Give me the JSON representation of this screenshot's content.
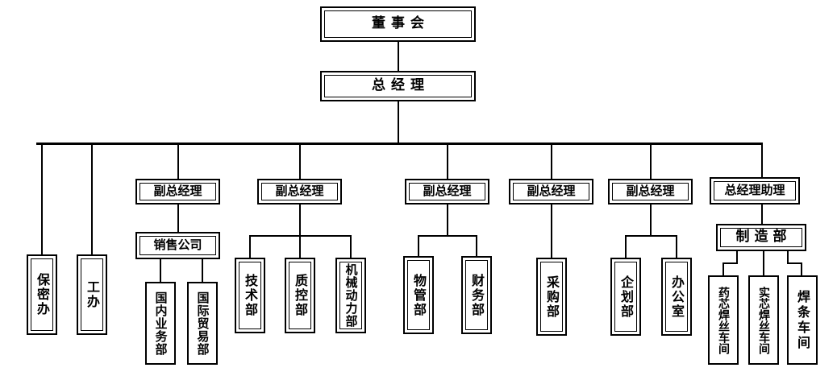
{
  "chart": {
    "type": "org-chart",
    "title": "",
    "language": "zh-CN",
    "colors": {
      "background": "#ffffff",
      "line": "#000000",
      "text": "#000000",
      "box_fill": "#ffffff"
    },
    "levels": {
      "level0": "董事会",
      "level1": "总经理",
      "level2_managers": "副总经理 / 总经理助理",
      "level3_units": "departments",
      "level4_units": "sub-departments / workshops"
    },
    "nodes": {
      "board": {
        "label": "董事会",
        "border": "double"
      },
      "general_manager": {
        "label": "总经理",
        "border": "double"
      },
      "confidential_office": {
        "label": "保密办",
        "border": "double"
      },
      "labor_office": {
        "label": "工办",
        "border": "double"
      },
      "deputy_gm_1": {
        "label": "副总经理",
        "border": "double"
      },
      "deputy_gm_2": {
        "label": "副总经理",
        "border": "double"
      },
      "deputy_gm_3": {
        "label": "副总经理",
        "border": "double"
      },
      "deputy_gm_4": {
        "label": "副总经理",
        "border": "double"
      },
      "deputy_gm_5": {
        "label": "副总经理",
        "border": "double"
      },
      "gm_assistant": {
        "label": "总经理助理",
        "border": "double"
      },
      "sales_company": {
        "label": "销售公司",
        "border": "double"
      },
      "manufacturing_dept": {
        "label": "制造部",
        "border": "double"
      },
      "domestic_business_dept": {
        "label": "国内业务部",
        "border": "single"
      },
      "international_trade_dept": {
        "label": "国际贸易部",
        "border": "single"
      },
      "technology_dept": {
        "label": "技术部",
        "border": "double"
      },
      "quality_control_dept": {
        "label": "质控部",
        "border": "double"
      },
      "mechanical_power_dept": {
        "label": "机械动力部",
        "border": "double"
      },
      "material_management_dept": {
        "label": "物管部",
        "border": "double"
      },
      "finance_dept": {
        "label": "财务部",
        "border": "double"
      },
      "purchasing_dept": {
        "label": "采购部",
        "border": "double"
      },
      "planning_dept": {
        "label": "企划部",
        "border": "double"
      },
      "office": {
        "label": "办公室",
        "border": "double"
      },
      "flux_cored_wire_workshop": {
        "label": "药芯焊丝车间",
        "border": "single"
      },
      "solid_wire_workshop": {
        "label": "实芯焊丝车间",
        "border": "single"
      },
      "welding_rod_workshop": {
        "label": "焊条车间",
        "border": "single"
      }
    },
    "edges": [
      {
        "from": "board",
        "to": "general_manager"
      },
      {
        "from": "general_manager",
        "to": "confidential_office"
      },
      {
        "from": "general_manager",
        "to": "labor_office"
      },
      {
        "from": "general_manager",
        "to": "deputy_gm_1"
      },
      {
        "from": "general_manager",
        "to": "deputy_gm_2"
      },
      {
        "from": "general_manager",
        "to": "deputy_gm_3"
      },
      {
        "from": "general_manager",
        "to": "deputy_gm_4"
      },
      {
        "from": "general_manager",
        "to": "deputy_gm_5"
      },
      {
        "from": "general_manager",
        "to": "gm_assistant"
      },
      {
        "from": "deputy_gm_1",
        "to": "sales_company"
      },
      {
        "from": "sales_company",
        "to": "domestic_business_dept"
      },
      {
        "from": "sales_company",
        "to": "international_trade_dept"
      },
      {
        "from": "deputy_gm_2",
        "to": "technology_dept"
      },
      {
        "from": "deputy_gm_2",
        "to": "quality_control_dept"
      },
      {
        "from": "deputy_gm_2",
        "to": "mechanical_power_dept"
      },
      {
        "from": "deputy_gm_3",
        "to": "material_management_dept"
      },
      {
        "from": "deputy_gm_3",
        "to": "finance_dept"
      },
      {
        "from": "deputy_gm_4",
        "to": "purchasing_dept"
      },
      {
        "from": "deputy_gm_5",
        "to": "planning_dept"
      },
      {
        "from": "deputy_gm_5",
        "to": "office"
      },
      {
        "from": "gm_assistant",
        "to": "manufacturing_dept"
      },
      {
        "from": "manufacturing_dept",
        "to": "flux_cored_wire_workshop"
      },
      {
        "from": "manufacturing_dept",
        "to": "solid_wire_workshop"
      },
      {
        "from": "manufacturing_dept",
        "to": "welding_rod_workshop"
      }
    ]
  }
}
